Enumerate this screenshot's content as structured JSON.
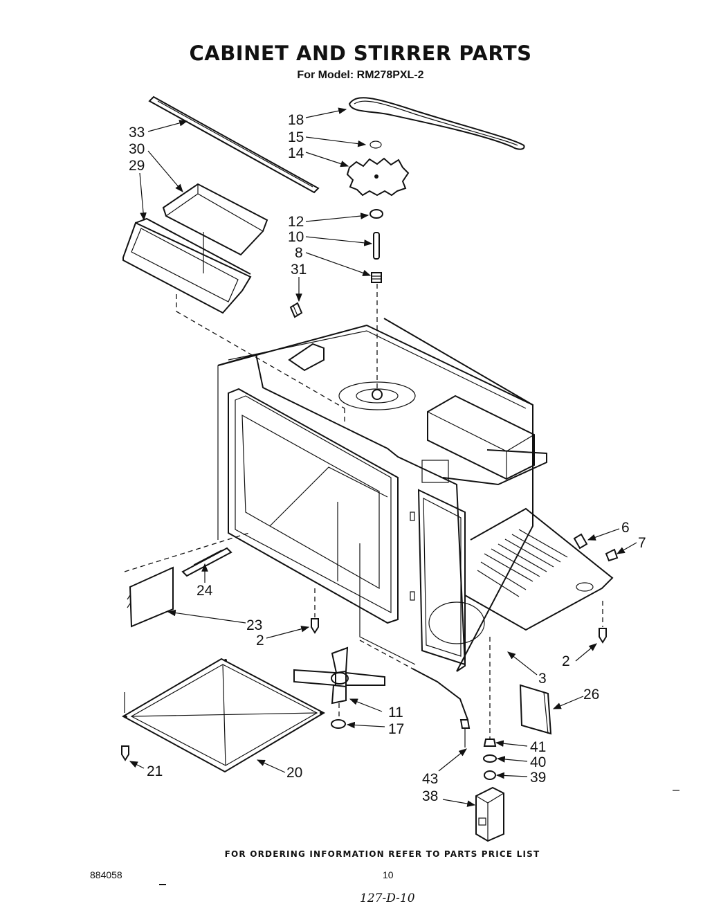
{
  "header": {
    "title": "CABINET AND STIRRER PARTS",
    "model_line": "For Model: RM278PXL-2"
  },
  "callouts": {
    "c18": "18",
    "c15": "15",
    "c14": "14",
    "c33": "33",
    "c30": "30",
    "c29": "29",
    "c12": "12",
    "c10": "10",
    "c8": "8",
    "c31": "31",
    "c6": "6",
    "c7": "7",
    "c24": "24",
    "c23": "23",
    "c2a": "2",
    "c2b": "2",
    "c3": "3",
    "c26": "26",
    "c11": "11",
    "c17": "17",
    "c41": "41",
    "c40": "40",
    "c39": "39",
    "c43": "43",
    "c38": "38",
    "c21": "21",
    "c20": "20"
  },
  "footer": {
    "ordering_note": "FOR ORDERING INFORMATION REFER TO PARTS PRICE LIST",
    "doc_number": "884058",
    "page_number": "10",
    "handwritten_note": "127-D-10"
  }
}
